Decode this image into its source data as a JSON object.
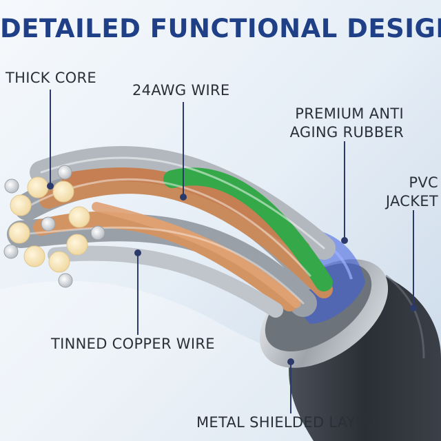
{
  "title": "DETAILED FUNCTIONAL DESIGN",
  "labels": {
    "thick_core": "THICK CORE",
    "awg_wire": "24AWG WIRE",
    "rubber_line1": "PREMIUM ANTI",
    "rubber_line2": "AGING RUBBER",
    "pvc_line1": "PVC",
    "pvc_line2": "JACKET",
    "tinned_copper": "TINNED COPPER WIRE",
    "metal_shield": "METAL SHIELDED LAYER"
  },
  "colors": {
    "title": "#1f3f86",
    "label_text": "#2a2f38",
    "leader_line": "#2b3a6b",
    "copper": "#d08a57",
    "tinned": "#a9aeb4",
    "green_core": "#35a84a",
    "blue_core": "#2e4fd4",
    "jacket": "#2d3138"
  }
}
